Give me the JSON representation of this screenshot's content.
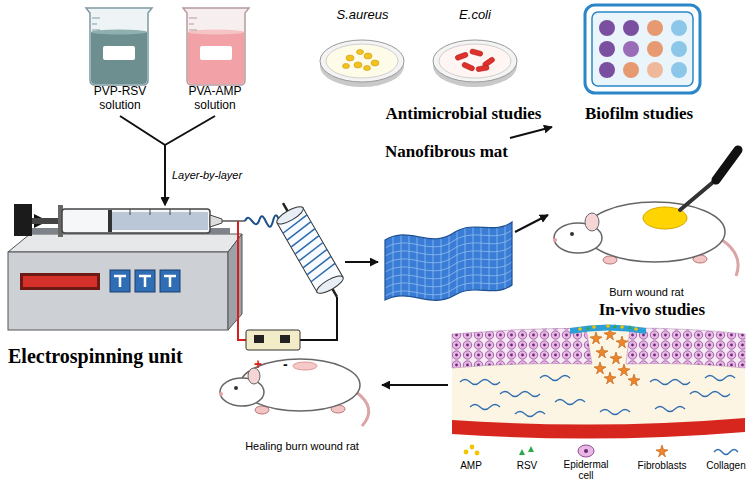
{
  "diagram": {
    "nodes": [
      {
        "text": [
          "PVP-RSV solution"
        ]
      },
      {
        "text": [
          "PVA-AMP solution"
        ]
      },
      {
        "text": [
          "Electrospinning unit"
        ]
      },
      {
        "text": [
          "Nanofibrous mat"
        ]
      },
      {
        "text": [
          "Antimicrobial studies"
        ]
      },
      {
        "text": [
          "S.aureus"
        ],
        "in": 4
      },
      {
        "text": [
          "E.coli"
        ],
        "in": 4
      },
      {
        "text": [
          "Biofilm studies"
        ]
      },
      {
        "text": [
          "Burn wound rat"
        ]
      },
      {
        "text": [
          "In-vivo studies"
        ]
      },
      {
        "text": [
          "Healing burn wound rat"
        ]
      }
    ],
    "edges": [
      {
        "from": 0,
        "to": 2,
        "arrow": "to",
        "label": "Layer-by-layer"
      },
      {
        "from": 1,
        "to": 2,
        "arrow": "to"
      },
      {
        "from": 2,
        "to": 3,
        "arrow": "to"
      },
      {
        "from": 3,
        "to": 4,
        "arrow": "to"
      },
      {
        "from": 3,
        "to": 8,
        "arrow": "to"
      },
      {
        "from": 9,
        "to": 10,
        "arrow": "to"
      }
    ],
    "labels": [
      "+",
      "-"
    ],
    "legend": [
      {
        "text": "AMP"
      },
      {
        "text": "RSV"
      },
      {
        "text": "Epidermal cell"
      },
      {
        "text": "Fibroblasts"
      },
      {
        "text": "Collagen"
      }
    ]
  }
}
